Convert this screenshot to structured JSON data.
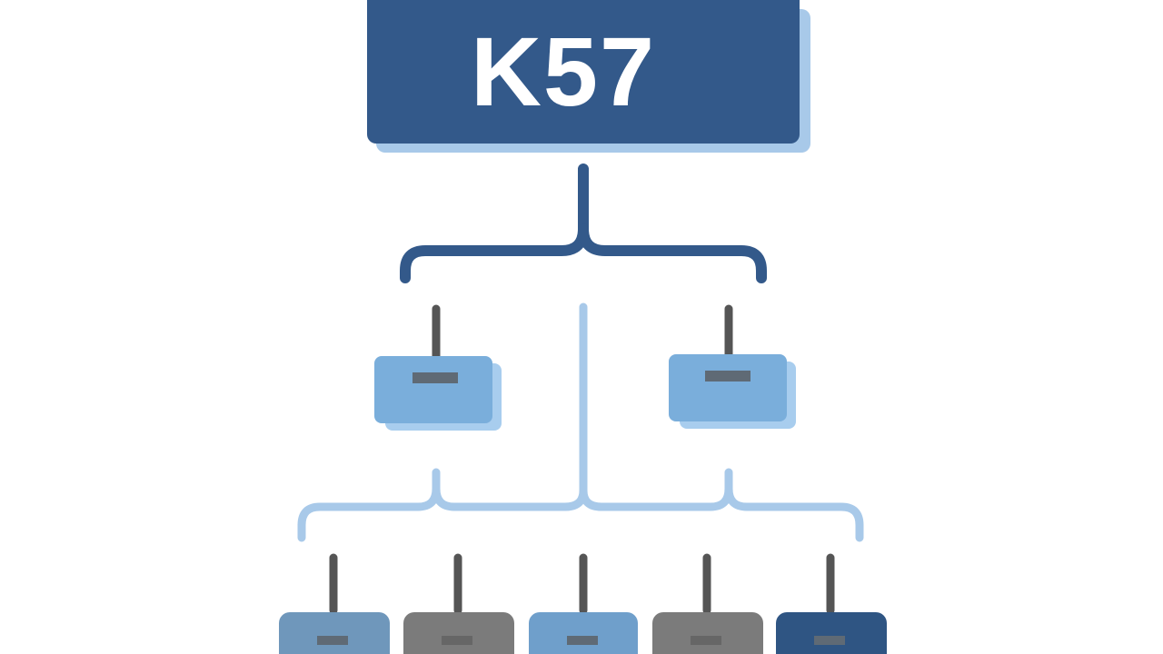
{
  "root": {
    "label": "K57"
  },
  "level1": [
    {
      "kind": "device"
    },
    {
      "kind": "device"
    }
  ],
  "level2": [
    {
      "kind": "device",
      "color": "#6f97bb"
    },
    {
      "kind": "device",
      "color": "#7b7b7b"
    },
    {
      "kind": "device",
      "color": "#6f9fcb"
    },
    {
      "kind": "device",
      "color": "#7b7b7b"
    },
    {
      "kind": "device",
      "color": "#2f5583"
    }
  ],
  "colors": {
    "root_fill": "#33598a",
    "root_shadow": "#a8c9e9",
    "root_text": "#ffffff",
    "dark_connector": "#33598a",
    "light_connector": "#a8c9e9",
    "level1_fill": "#7aaedb",
    "level1_shadow": "#a8cdee",
    "antenna": "#555555",
    "slot": "#5f6a75"
  }
}
